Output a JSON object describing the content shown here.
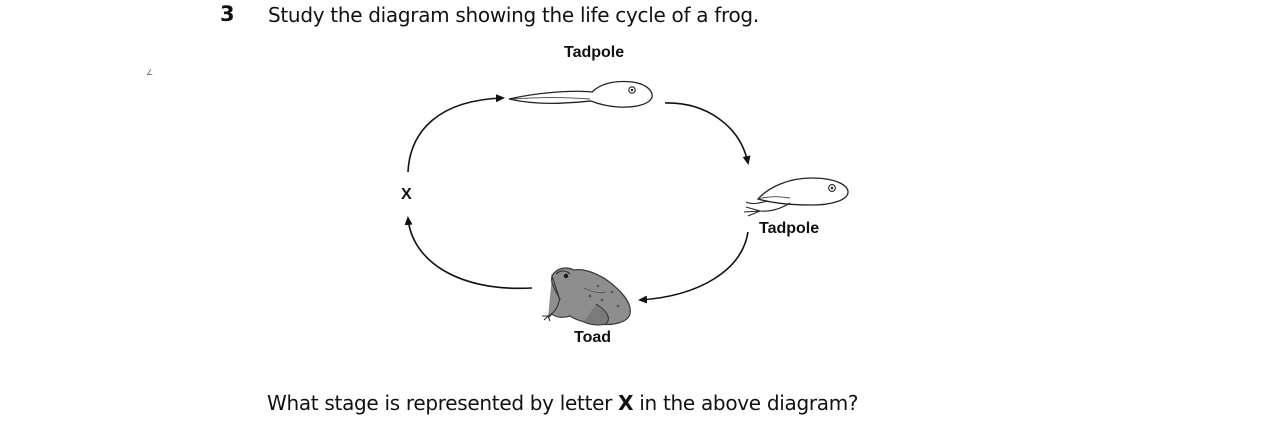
{
  "question": {
    "number": "3",
    "prompt": "Study the diagram showing the life cycle of a frog.",
    "followup_before": "What stage is represented by letter ",
    "followup_letter": "X",
    "followup_after": " in the above diagram?"
  },
  "diagram": {
    "stages": [
      {
        "label": "Tadpole"
      },
      {
        "label": "Tadpole"
      },
      {
        "label": "Toad"
      },
      {
        "label": "X"
      }
    ]
  }
}
